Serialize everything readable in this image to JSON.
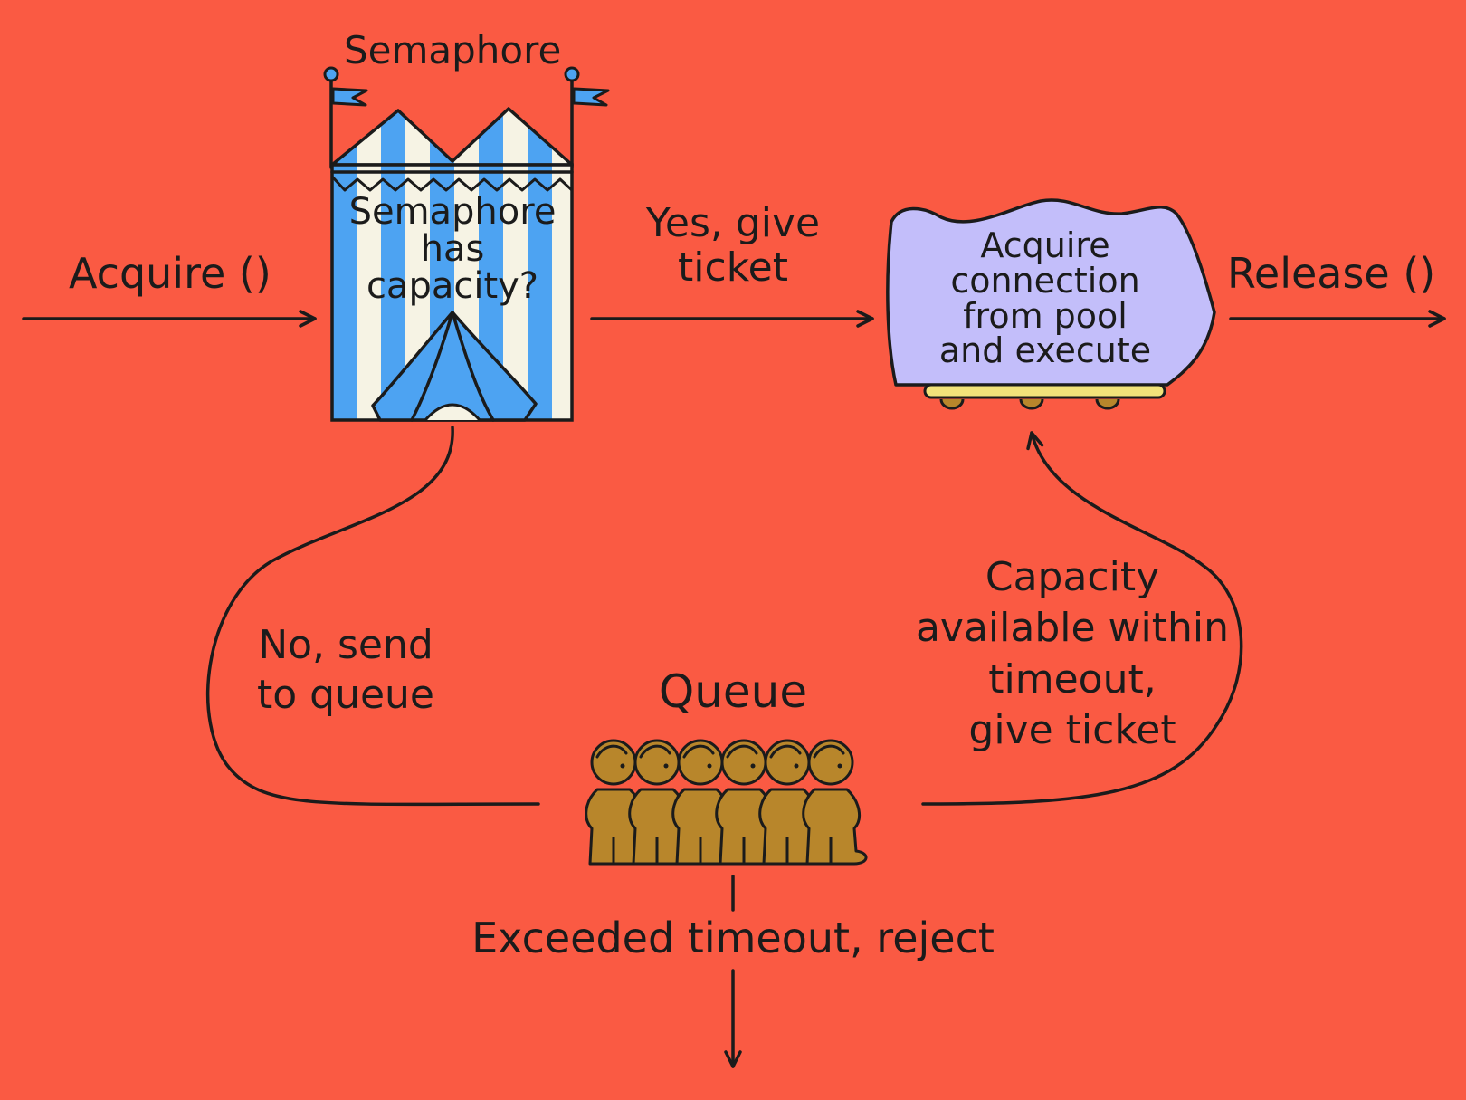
{
  "title": "Semaphore",
  "labels": {
    "acquire": "Acquire ()",
    "semaphore_question": [
      "Semaphore",
      "has",
      "capacity?"
    ],
    "yes_give_ticket": [
      "Yes, give",
      "ticket"
    ],
    "cart_text": [
      "Acquire",
      "connection",
      "from pool",
      "and execute"
    ],
    "release": "Release ()",
    "no_send_to_queue": [
      "No, send",
      "to queue"
    ],
    "queue": "Queue",
    "capacity_available": [
      "Capacity",
      "available within",
      "timeout,",
      "give ticket"
    ],
    "exceeded_timeout": "Exceeded timeout, reject"
  },
  "colors": {
    "background": "#FA5A43",
    "tent_blue": "#4DA3F2",
    "tent_cream": "#F6F3E4",
    "cart_purple": "#C3BEFA",
    "cart_base": "#F2E27A",
    "queue_people": "#B8862B",
    "ink": "#1b1b1b"
  }
}
